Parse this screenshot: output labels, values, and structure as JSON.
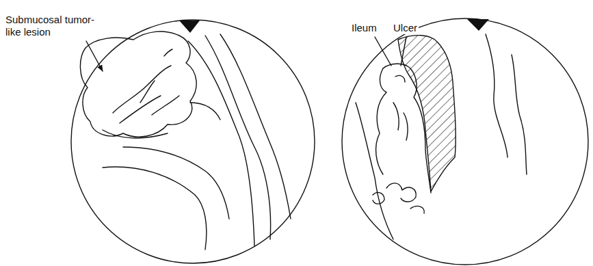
{
  "diagram": {
    "labels": [
      "Submucosal tumor-like lesion",
      "Ileum",
      "Ulcer"
    ]
  }
}
